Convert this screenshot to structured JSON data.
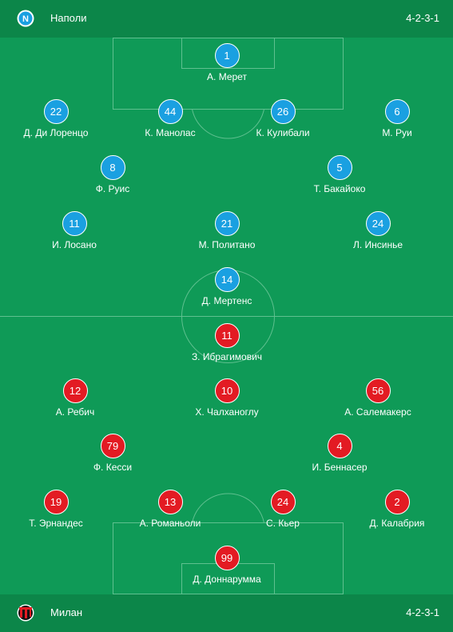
{
  "home": {
    "name": "Наполи",
    "formation": "4-2-3-1",
    "logo_icon": "napoli-crest-icon",
    "logo_letter": "N",
    "color": "#1aa0e1",
    "players": [
      {
        "number": "1",
        "name": "А. Мерет"
      },
      {
        "number": "22",
        "name": "Д. Ди Лоренцо"
      },
      {
        "number": "44",
        "name": "К. Манолас"
      },
      {
        "number": "26",
        "name": "К. Кулибали"
      },
      {
        "number": "6",
        "name": "М. Руи"
      },
      {
        "number": "8",
        "name": "Ф. Руис"
      },
      {
        "number": "5",
        "name": "Т. Бакайоко"
      },
      {
        "number": "11",
        "name": "И. Лосано"
      },
      {
        "number": "21",
        "name": "М. Политано"
      },
      {
        "number": "24",
        "name": "Л. Инсинье"
      },
      {
        "number": "14",
        "name": "Д. Мертенс"
      }
    ]
  },
  "away": {
    "name": "Милан",
    "formation": "4-2-3-1",
    "logo_icon": "milan-crest-icon",
    "color": "#e31b23",
    "players": [
      {
        "number": "11",
        "name": "З. Ибрагимович"
      },
      {
        "number": "12",
        "name": "А. Ребич"
      },
      {
        "number": "10",
        "name": "Х. Чалханоглу"
      },
      {
        "number": "56",
        "name": "А. Салемакерс"
      },
      {
        "number": "79",
        "name": "Ф. Кесси"
      },
      {
        "number": "4",
        "name": "И. Беннасер"
      },
      {
        "number": "19",
        "name": "Т. Эрнандес"
      },
      {
        "number": "13",
        "name": "А. Романьоли"
      },
      {
        "number": "24",
        "name": "С. Кьер"
      },
      {
        "number": "2",
        "name": "Д. Калабрия"
      },
      {
        "number": "99",
        "name": "Д. Доннарумма"
      }
    ]
  },
  "colors": {
    "pitch": "#0f9a57",
    "bar": "#0c8649",
    "lines": "#5fc08f"
  }
}
